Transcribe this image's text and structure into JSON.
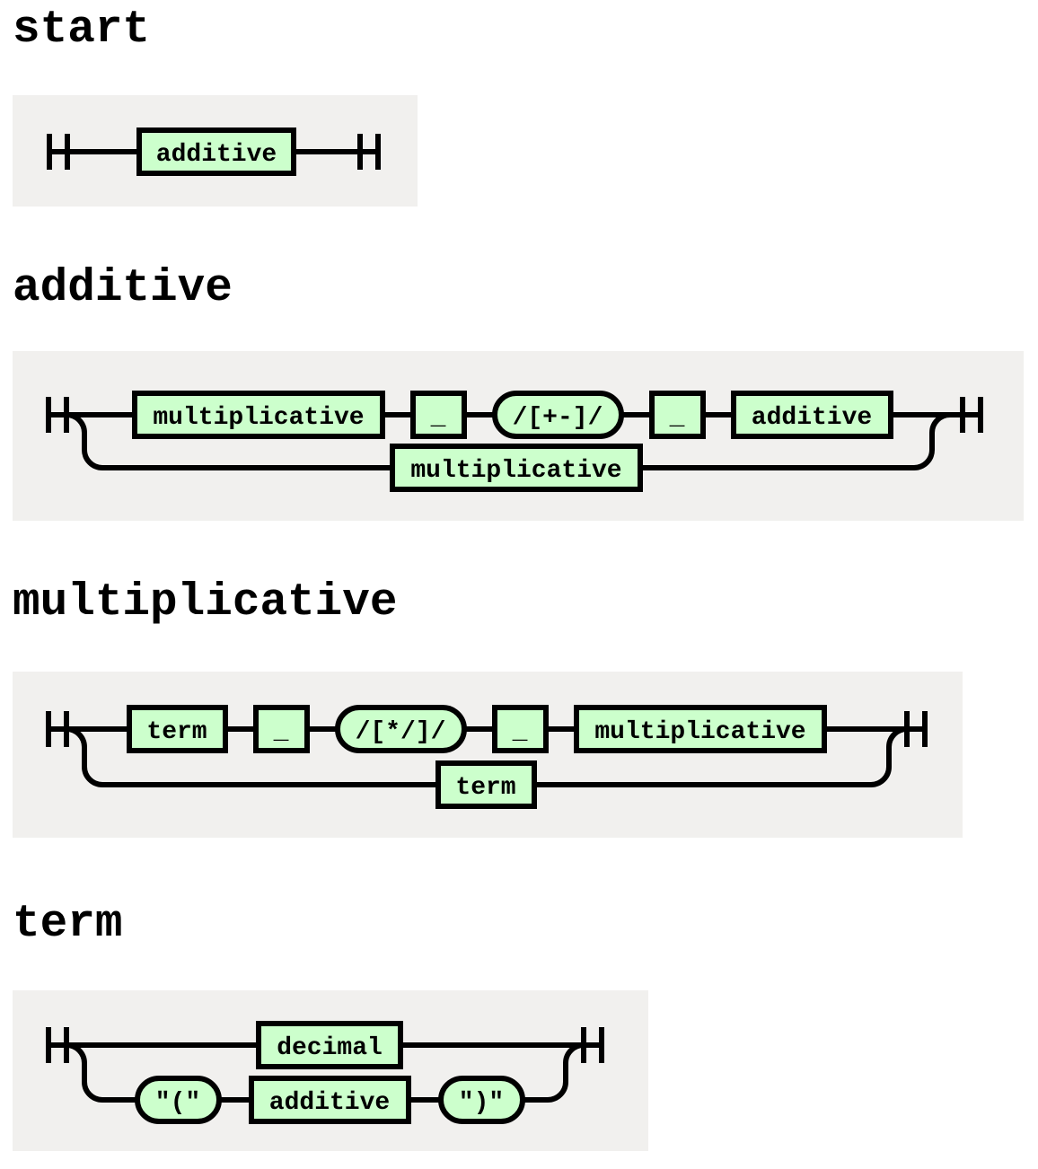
{
  "colors": {
    "node_fill": "#ccffcc",
    "diagram_background": "#f1f0ee",
    "line": "#000000",
    "page_background": "#ffffff"
  },
  "rules": [
    {
      "name": "start",
      "alternatives": [
        [
          {
            "type": "nonterminal",
            "label": "additive"
          }
        ]
      ]
    },
    {
      "name": "additive",
      "alternatives": [
        [
          {
            "type": "nonterminal",
            "label": "multiplicative"
          },
          {
            "type": "nonterminal",
            "label": "_"
          },
          {
            "type": "terminal",
            "label": "/[+-]/"
          },
          {
            "type": "nonterminal",
            "label": "_"
          },
          {
            "type": "nonterminal",
            "label": "additive"
          }
        ],
        [
          {
            "type": "nonterminal",
            "label": "multiplicative"
          }
        ]
      ]
    },
    {
      "name": "multiplicative",
      "alternatives": [
        [
          {
            "type": "nonterminal",
            "label": "term"
          },
          {
            "type": "nonterminal",
            "label": "_"
          },
          {
            "type": "terminal",
            "label": "/[*/]/"
          },
          {
            "type": "nonterminal",
            "label": "_"
          },
          {
            "type": "nonterminal",
            "label": "multiplicative"
          }
        ],
        [
          {
            "type": "nonterminal",
            "label": "term"
          }
        ]
      ]
    },
    {
      "name": "term",
      "alternatives": [
        [
          {
            "type": "nonterminal",
            "label": "decimal"
          }
        ],
        [
          {
            "type": "terminal",
            "label": "\"(\""
          },
          {
            "type": "nonterminal",
            "label": "additive"
          },
          {
            "type": "terminal",
            "label": "\")\""
          }
        ]
      ]
    }
  ]
}
